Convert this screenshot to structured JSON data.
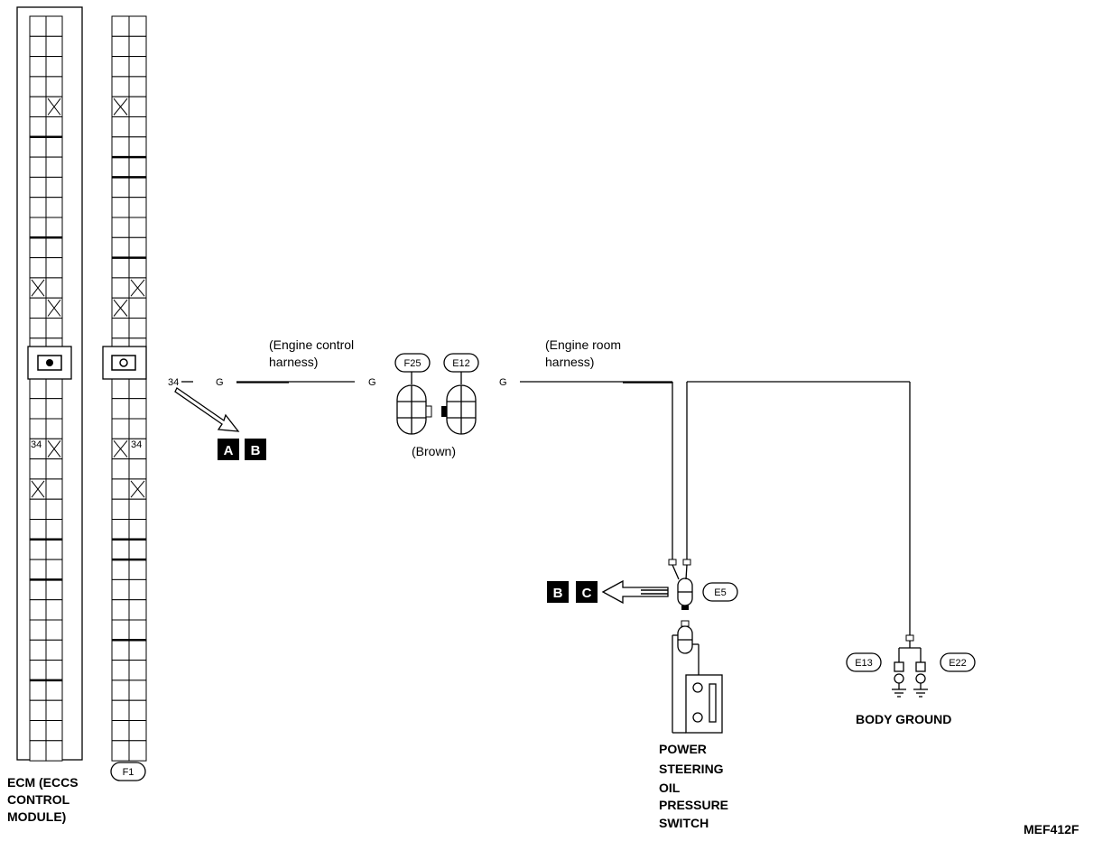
{
  "ecm": {
    "name_line1": "ECM (ECCS",
    "name_line2": "CONTROL",
    "name_line3": "MODULE)",
    "pin_label": "34"
  },
  "connector_f1": {
    "tag": "F1",
    "pin_label": "34"
  },
  "wire": {
    "pin_ref": "34",
    "color_left": "G",
    "color_mid": "G",
    "color_right": "G"
  },
  "harness_engine_control": {
    "line1": "(Engine control",
    "line2": "harness)"
  },
  "harness_engine_room": {
    "line1": "(Engine room",
    "line2": "harness)"
  },
  "joint_connectors": {
    "left_tag": "F25",
    "right_tag": "E12",
    "color_note": "(Brown)"
  },
  "ref_arrow_top": {
    "box1": "A",
    "box2": "B"
  },
  "ref_arrow_bottom": {
    "box1": "B",
    "box2": "C"
  },
  "switch": {
    "tag": "E5",
    "line1": "POWER",
    "line2": "STEERING",
    "line3": "OIL",
    "line4": "PRESSURE",
    "line5": "SWITCH"
  },
  "ground": {
    "tag_left": "E13",
    "tag_right": "E22",
    "label": "BODY GROUND"
  },
  "figure_code": "MEF412F"
}
